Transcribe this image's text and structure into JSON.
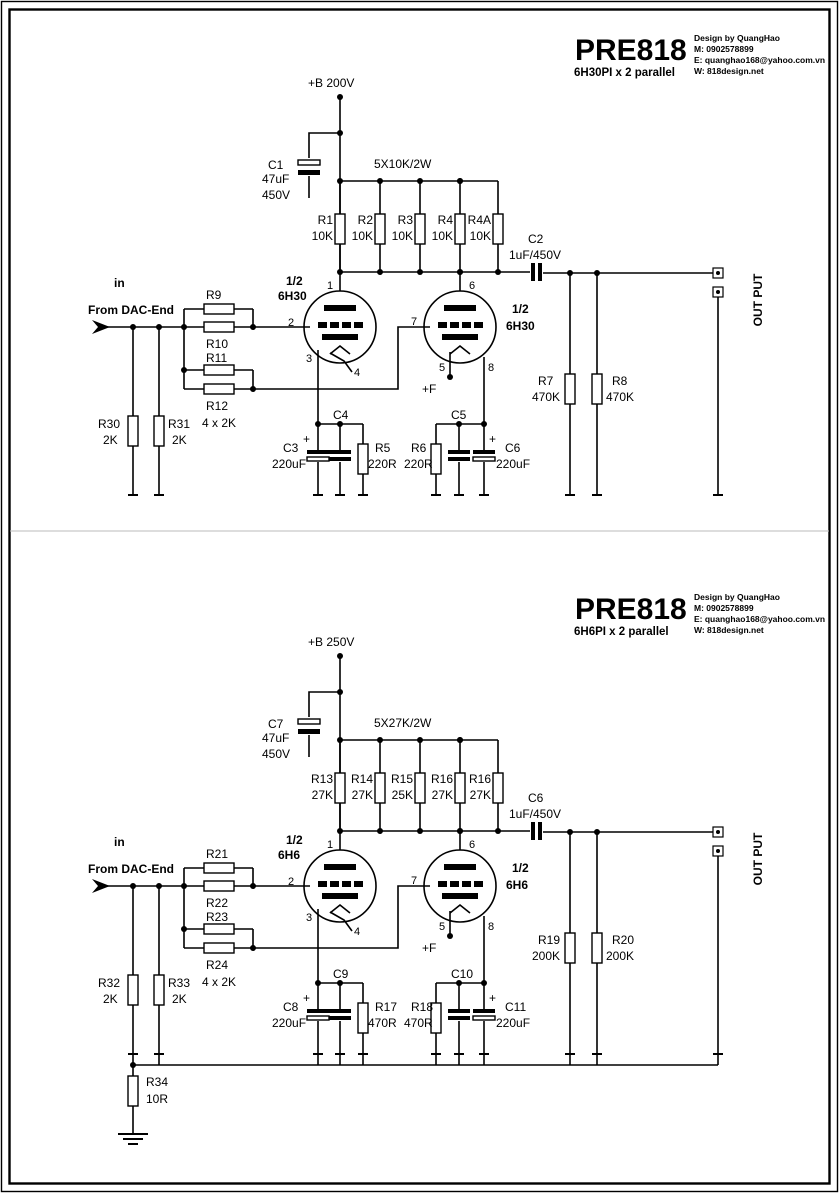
{
  "title": "PRE818",
  "designer": {
    "design": "Design by QuangHao",
    "mobile": "M: 0902578899",
    "email": "E: quanghao168@yahoo.com.vn",
    "web": "W: 818design.net"
  },
  "circuits": [
    {
      "subtitle": "6H30PI x 2  parallel",
      "supply": "+B 200V",
      "supply_cap": {
        "name": "C1",
        "value": "47uF",
        "voltage": "450V"
      },
      "plate_note": "5X10K/2W",
      "plate_resistors": [
        {
          "name": "R1",
          "value": "10K"
        },
        {
          "name": "R2",
          "value": "10K"
        },
        {
          "name": "R3",
          "value": "10K"
        },
        {
          "name": "R4",
          "value": "10K"
        },
        {
          "name": "R4A",
          "value": "10K"
        }
      ],
      "coupling_cap": {
        "name": "C2",
        "value": "1uF/450V"
      },
      "input_label": "in",
      "input_source": "From DAC-End",
      "grid_resistors": [
        "R9",
        "R10",
        "R11",
        "R12"
      ],
      "grid_note": "4 x 2K",
      "input_resistors": [
        {
          "name": "R30",
          "value": "2K"
        },
        {
          "name": "R31",
          "value": "2K"
        }
      ],
      "tube_left": {
        "half": "1/2",
        "type": "6H30",
        "pins": [
          "1",
          "2",
          "3",
          "4"
        ]
      },
      "tube_right": {
        "half": "1/2",
        "type": "6H30",
        "pins": [
          "6",
          "7",
          "5",
          "8"
        ]
      },
      "filament_label": "+F",
      "left_cathode": {
        "cap_electrolytic": {
          "name": "C3",
          "value": "220uF"
        },
        "cap_film": {
          "name": "C4"
        },
        "resistor": {
          "name": "R5",
          "value": "220R"
        }
      },
      "right_cathode": {
        "resistor": {
          "name": "R6",
          "value": "220R"
        },
        "cap_film": {
          "name": "C5"
        },
        "cap_electrolytic": {
          "name": "C6",
          "value": "220uF"
        }
      },
      "output_resistors": [
        {
          "name": "R7",
          "value": "470K"
        },
        {
          "name": "R8",
          "value": "470K"
        }
      ],
      "output_label": "OUT PUT"
    },
    {
      "subtitle": "6H6PI x 2  parallel",
      "supply": "+B 250V",
      "supply_cap": {
        "name": "C7",
        "value": "47uF",
        "voltage": "450V"
      },
      "plate_note": "5X27K/2W",
      "plate_resistors": [
        {
          "name": "R13",
          "value": "27K"
        },
        {
          "name": "R14",
          "value": "27K"
        },
        {
          "name": "R15",
          "value": "25K"
        },
        {
          "name": "R16",
          "value": "27K"
        },
        {
          "name": "R16",
          "value": "27K"
        }
      ],
      "coupling_cap": {
        "name": "C6",
        "value": "1uF/450V"
      },
      "input_label": "in",
      "input_source": "From DAC-End",
      "grid_resistors": [
        "R21",
        "R22",
        "R23",
        "R24"
      ],
      "grid_note": "4 x 2K",
      "input_resistors": [
        {
          "name": "R32",
          "value": "2K"
        },
        {
          "name": "R33",
          "value": "2K"
        }
      ],
      "tube_left": {
        "half": "1/2",
        "type": "6H6",
        "pins": [
          "1",
          "2",
          "3",
          "4"
        ]
      },
      "tube_right": {
        "half": "1/2",
        "type": "6H6",
        "pins": [
          "6",
          "7",
          "5",
          "8"
        ]
      },
      "filament_label": "+F",
      "left_cathode": {
        "cap_electrolytic": {
          "name": "C8",
          "value": "220uF"
        },
        "cap_film": {
          "name": "C9"
        },
        "resistor": {
          "name": "R17",
          "value": "470R"
        }
      },
      "right_cathode": {
        "resistor": {
          "name": "R18",
          "value": "470R"
        },
        "cap_film": {
          "name": "C10"
        },
        "cap_electrolytic": {
          "name": "C11",
          "value": "220uF"
        }
      },
      "output_resistors": [
        {
          "name": "R19",
          "value": "200K"
        },
        {
          "name": "R20",
          "value": "200K"
        }
      ],
      "output_label": "OUT PUT",
      "ground_resistor": {
        "name": "R34",
        "value": "10R"
      }
    }
  ]
}
